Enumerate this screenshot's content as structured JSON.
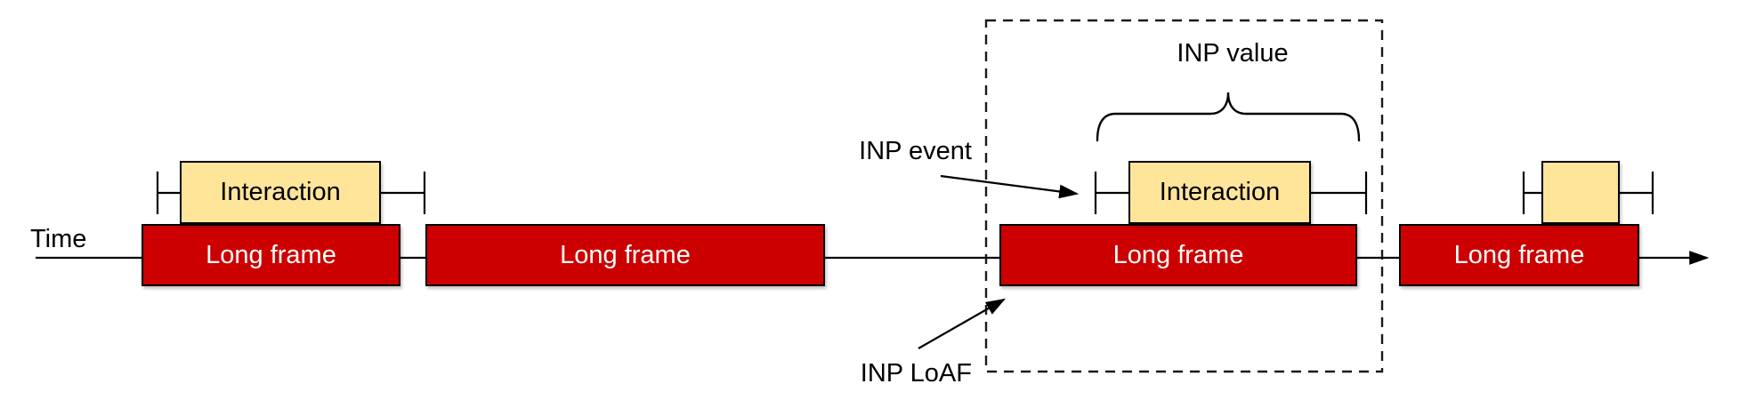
{
  "diagram": {
    "axis": {
      "time_label": "Time"
    },
    "frames": [
      {
        "label": "Long frame"
      },
      {
        "label": "Long frame"
      },
      {
        "label": "Long frame"
      },
      {
        "label": "Long frame"
      }
    ],
    "interactions": [
      {
        "label": "Interaction"
      },
      {
        "label": "Interaction"
      },
      {
        "label": ""
      }
    ],
    "annotations": {
      "inp_value": "INP value",
      "inp_event": "INP event",
      "inp_loaf": "INP LoAF"
    },
    "colors": {
      "long_frame_fill": "#CC0000",
      "interaction_fill": "#FFE599",
      "line": "#000000"
    }
  }
}
